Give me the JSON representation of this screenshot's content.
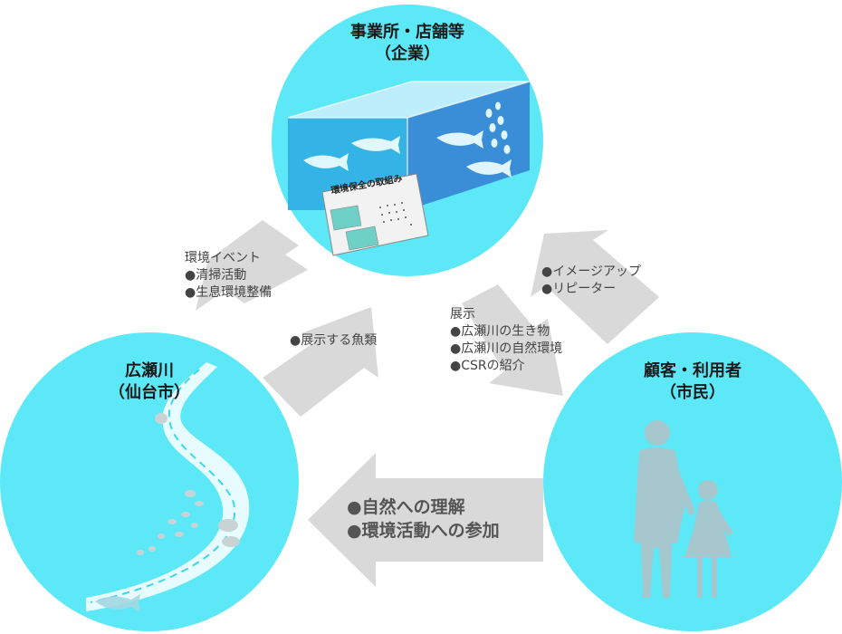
{
  "nodes": {
    "company": {
      "title": "事業所・店舗等",
      "subtitle": "（企業）"
    },
    "river": {
      "title": "広瀬川",
      "subtitle": "（仙台市）"
    },
    "citizen": {
      "title": "顧客・利用者",
      "subtitle": "（市民）"
    }
  },
  "panel": {
    "label": "環境保全の取組み"
  },
  "bullet": "●",
  "flows": {
    "company_to_river": {
      "heading": "環境イベント",
      "items": [
        "清掃活動",
        "生息環境整備"
      ]
    },
    "river_to_company": {
      "items": [
        "展示する魚類"
      ]
    },
    "company_to_citizen": {
      "heading": "展示",
      "items": [
        "広瀬川の生き物",
        "広瀬川の自然環境",
        "CSRの紹介"
      ]
    },
    "citizen_to_company": {
      "items": [
        "イメージアップ",
        "リピーター"
      ]
    },
    "citizen_to_river": {
      "items": [
        "自然への理解",
        "環境活動への参加"
      ]
    }
  },
  "colors": {
    "circle": "#5ce8f7",
    "arrow": "#d9d9d9",
    "tank_front": "#3fc3ee",
    "silhouette": "#a7c7cf"
  }
}
